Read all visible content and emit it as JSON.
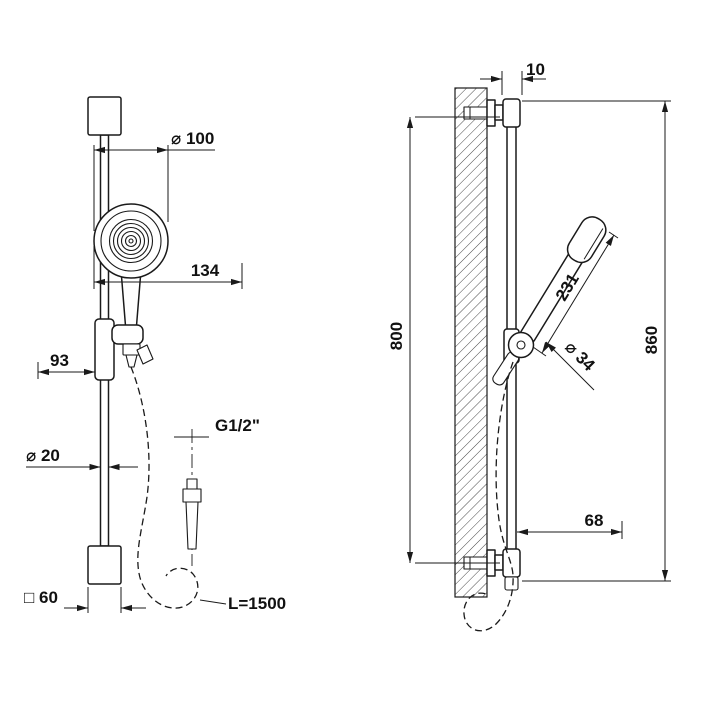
{
  "front_view": {
    "dim_head_diameter": "⌀ 100",
    "dim_width": "134",
    "dim_holder_offset": "93",
    "dim_rail_diameter": "⌀ 20",
    "dim_base_square": "□ 60",
    "label_thread": "G1/2\"",
    "label_hose_length": "L=1500"
  },
  "side_view": {
    "dim_bracket_offset": "10",
    "dim_bracket_spacing": "800",
    "dim_total_height": "860",
    "dim_handle_length": "231",
    "dim_handle_diameter": "⌀ 34",
    "dim_bottom_reach": "68"
  },
  "colors": {
    "line": "#1a1a1a",
    "text": "#111111",
    "background": "#ffffff"
  }
}
